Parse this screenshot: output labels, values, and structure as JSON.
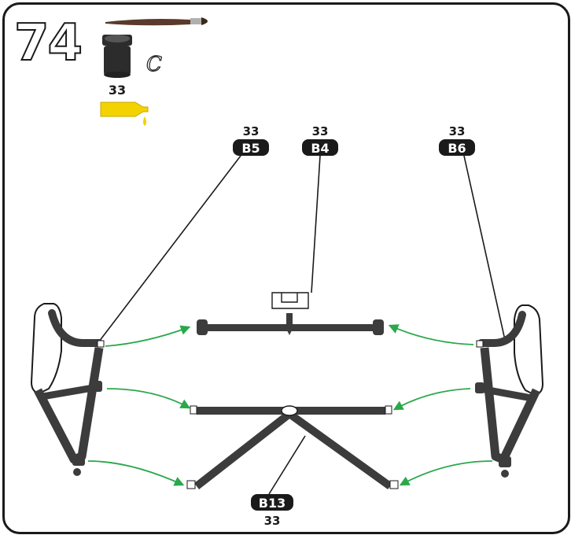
{
  "step": {
    "number": "74"
  },
  "paint": {
    "code": "33",
    "note": "C",
    "brush_icon": "paintbrush-icon",
    "pot_icon": "paint-pot-icon",
    "glue_icon": "glue-tube-icon"
  },
  "callouts": {
    "b5": {
      "paint": "33",
      "part": "B5"
    },
    "b4": {
      "paint": "33",
      "part": "B4"
    },
    "b6": {
      "paint": "33",
      "part": "B6"
    },
    "b13": {
      "part": "B13",
      "paint": "33"
    }
  },
  "colors": {
    "part": "#3c3c3c",
    "arrow": "#2aa84a",
    "glue": "#f2d300",
    "outline": "#1a1a1a",
    "label_bg": "#1a1a1a"
  }
}
